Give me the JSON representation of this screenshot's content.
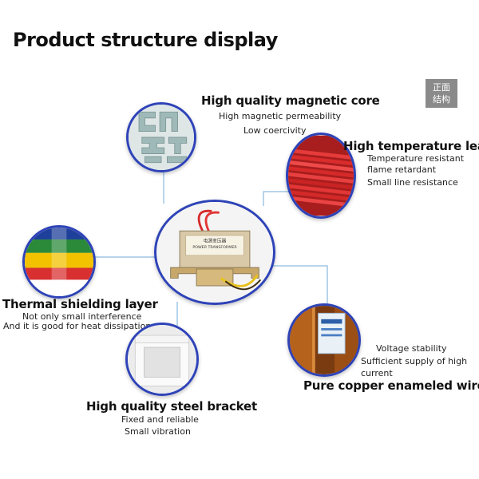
{
  "title": "Product structure display",
  "badge": {
    "line1": "正面",
    "line2": "结构"
  },
  "features": {
    "core": {
      "heading": "High quality magnetic core",
      "details": [
        "High magnetic permeability",
        "Low coercivity"
      ]
    },
    "lead": {
      "heading": "High temperature lead",
      "details": [
        "Temperature resistant",
        "flame retardant",
        "Small line resistance"
      ]
    },
    "shield": {
      "heading": "Thermal shielding layer",
      "details": [
        "Not only small interference",
        "And it is good for heat dissipation"
      ]
    },
    "bracket": {
      "heading": "High quality steel bracket",
      "details": [
        "Fixed and reliable",
        "Small vibration"
      ]
    },
    "wire": {
      "heading": "Pure copper enameled wire",
      "details": [
        "Voltage stability",
        "Sufficient supply of high",
        "current"
      ]
    }
  },
  "transformer_label": {
    "line1": "电源变压器",
    "line2": "POWER TRANSFORMER"
  },
  "colors": {
    "circle_border": "#2e43b8",
    "connector_line": "#6fa9d8",
    "badge_bg": "#8a8a8a"
  }
}
